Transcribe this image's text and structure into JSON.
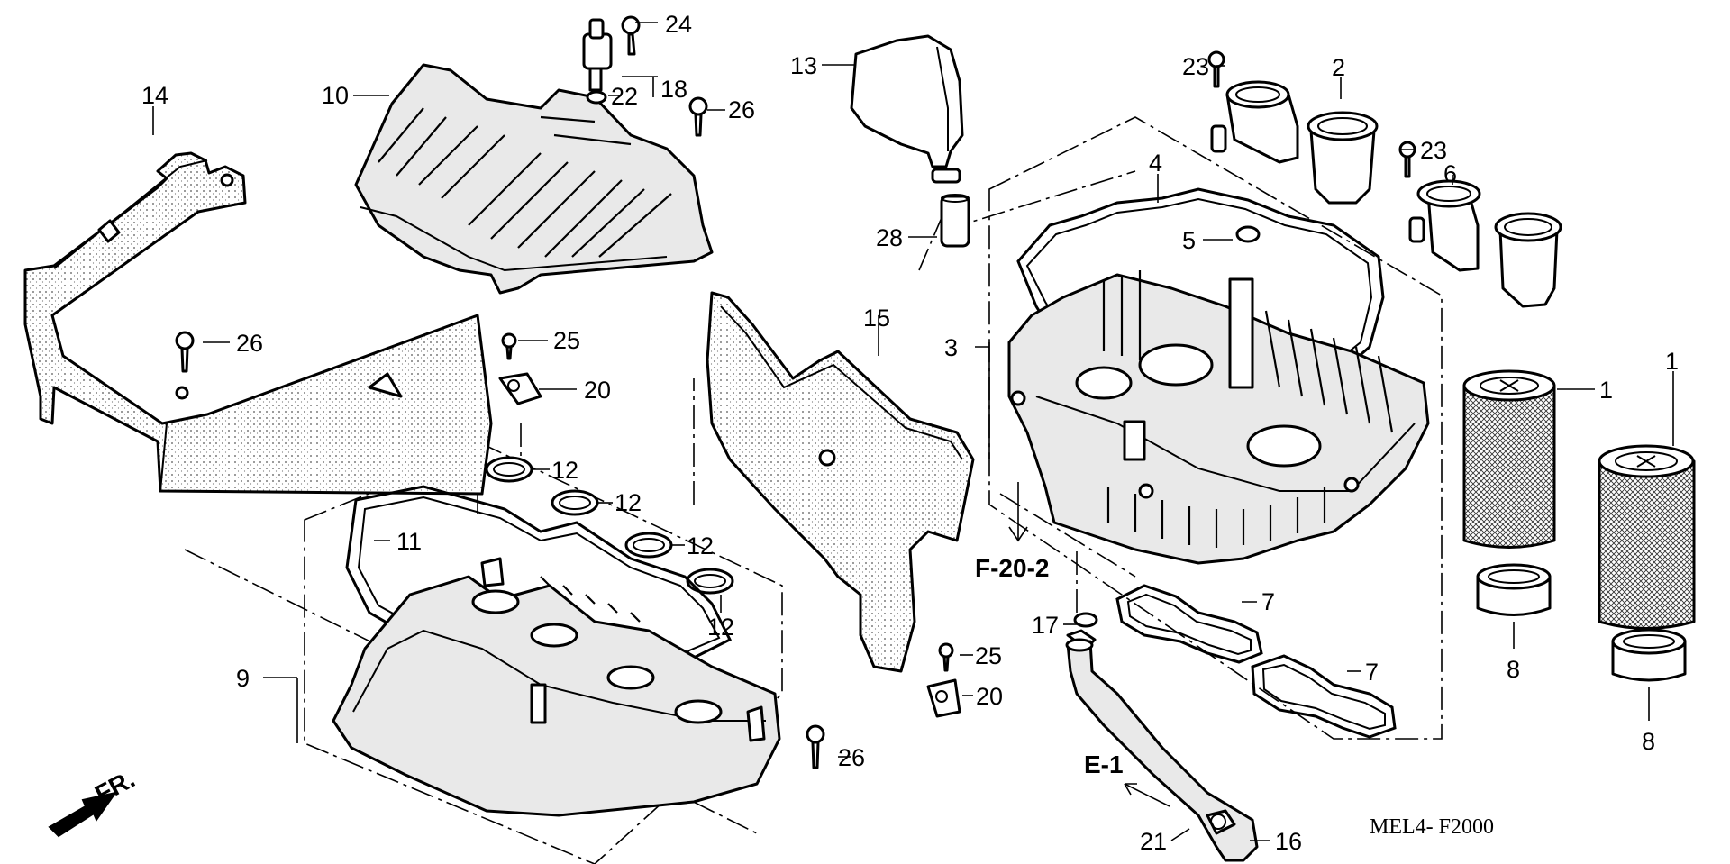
{
  "diagram": {
    "callouts": {
      "c1a": "1",
      "c1b": "1",
      "c2": "2",
      "c3": "3",
      "c4": "4",
      "c5": "5",
      "c6": "6",
      "c7a": "7",
      "c7b": "7",
      "c8a": "8",
      "c8b": "8",
      "c9": "9",
      "c10": "10",
      "c11": "11",
      "c12a": "12",
      "c12b": "12",
      "c12c": "12",
      "c12d": "12",
      "c13": "13",
      "c14": "14",
      "c15": "15",
      "c16": "16",
      "c17": "17",
      "c18": "18",
      "c20a": "20",
      "c20b": "20",
      "c21": "21",
      "c22": "22",
      "c23a": "23",
      "c23b": "23",
      "c24": "24",
      "c25a": "25",
      "c25b": "25",
      "c26a": "26",
      "c26b": "26",
      "c26c": "26",
      "c28": "28"
    },
    "ref_f": "F-20-2",
    "ref_e": "E-1",
    "front_label": "FR.",
    "drawing_code": "MEL4- F2000"
  }
}
